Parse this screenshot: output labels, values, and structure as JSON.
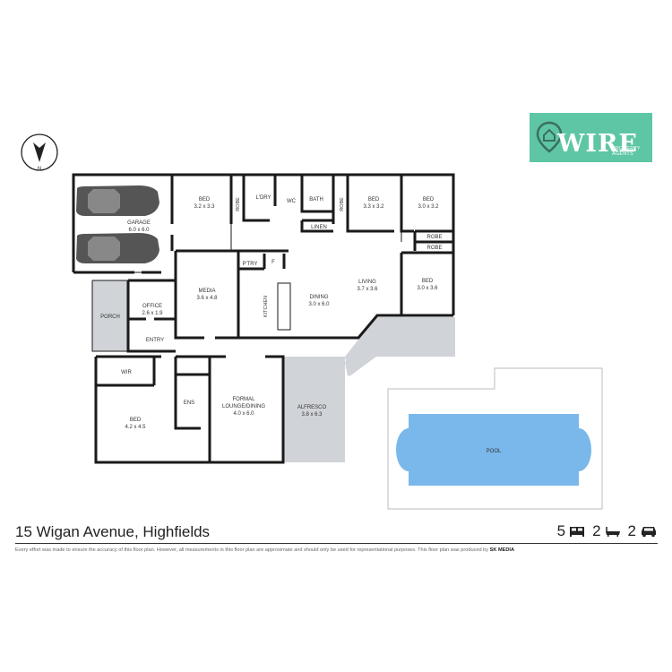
{
  "brand": {
    "name": "WIRE",
    "tagline_line1": "PROPERTY",
    "tagline_line2": "AGENTS",
    "color": "#5ec6a4"
  },
  "compass": {
    "label": "N",
    "icon": "north-arrow-icon"
  },
  "rooms": {
    "garage": {
      "name": "GARAGE",
      "size": "6.0 x 6.0"
    },
    "bed1": {
      "name": "BED",
      "size": "3.2 x 3.3"
    },
    "robe1": {
      "name": "ROBE"
    },
    "laundry": {
      "name": "L'DRY"
    },
    "wc": {
      "name": "WC"
    },
    "bath": {
      "name": "BATH"
    },
    "linen": {
      "name": "LINEN"
    },
    "robe2": {
      "name": "ROBE"
    },
    "bed2": {
      "name": "BED",
      "size": "3.3 x 3.2"
    },
    "bed3": {
      "name": "BED",
      "size": "3.0 x 3.2"
    },
    "robe3": {
      "name": "ROBE"
    },
    "robe4": {
      "name": "ROBE"
    },
    "bed4": {
      "name": "BED",
      "size": "3.0 x 3.6"
    },
    "pantry": {
      "name": "P'TRY"
    },
    "fridge": {
      "name": "F"
    },
    "media": {
      "name": "MEDIA",
      "size": "3.6 x 4.8"
    },
    "kitchen": {
      "name": "KITCHEN"
    },
    "dining": {
      "name": "DINING",
      "size": "3.0 x 6.0"
    },
    "living": {
      "name": "LIVING",
      "size": "3.7 x 3.6"
    },
    "porch": {
      "name": "PORCH"
    },
    "office": {
      "name": "OFFICE",
      "size": "2.6 x 1.9"
    },
    "entry": {
      "name": "ENTRY"
    },
    "wir": {
      "name": "WIR"
    },
    "master_bed": {
      "name": "BED",
      "size": "4.2 x 4.5"
    },
    "ens": {
      "name": "ENS"
    },
    "formal": {
      "name_line1": "FORMAL",
      "name_line2": "LOUNGE/DINING",
      "size": "4.0 x 6.0"
    },
    "alfresco": {
      "name": "ALFRESCO",
      "size": "3.8 x 6.3"
    },
    "pool": {
      "name": "POOL"
    }
  },
  "colors": {
    "wall": "#1a1a1a",
    "outdoor": "#d0d3d7",
    "pool": "#7ab8eb",
    "car": "#555555"
  },
  "listing": {
    "address": "15 Wigan Avenue, Highfields",
    "bedrooms": "5",
    "bathrooms": "2",
    "car_spaces": "2",
    "bed_icon": "bed-icon",
    "bath_icon": "bath-icon",
    "car_icon": "car-icon"
  },
  "disclaimer": {
    "text": "Every effort was made to ensure the accuracy of this floor plan. However, all measurements in this floor plan are approximate and should only be used for representational purposes. This floor plan was produced by",
    "producer": "SK MEDIA"
  }
}
